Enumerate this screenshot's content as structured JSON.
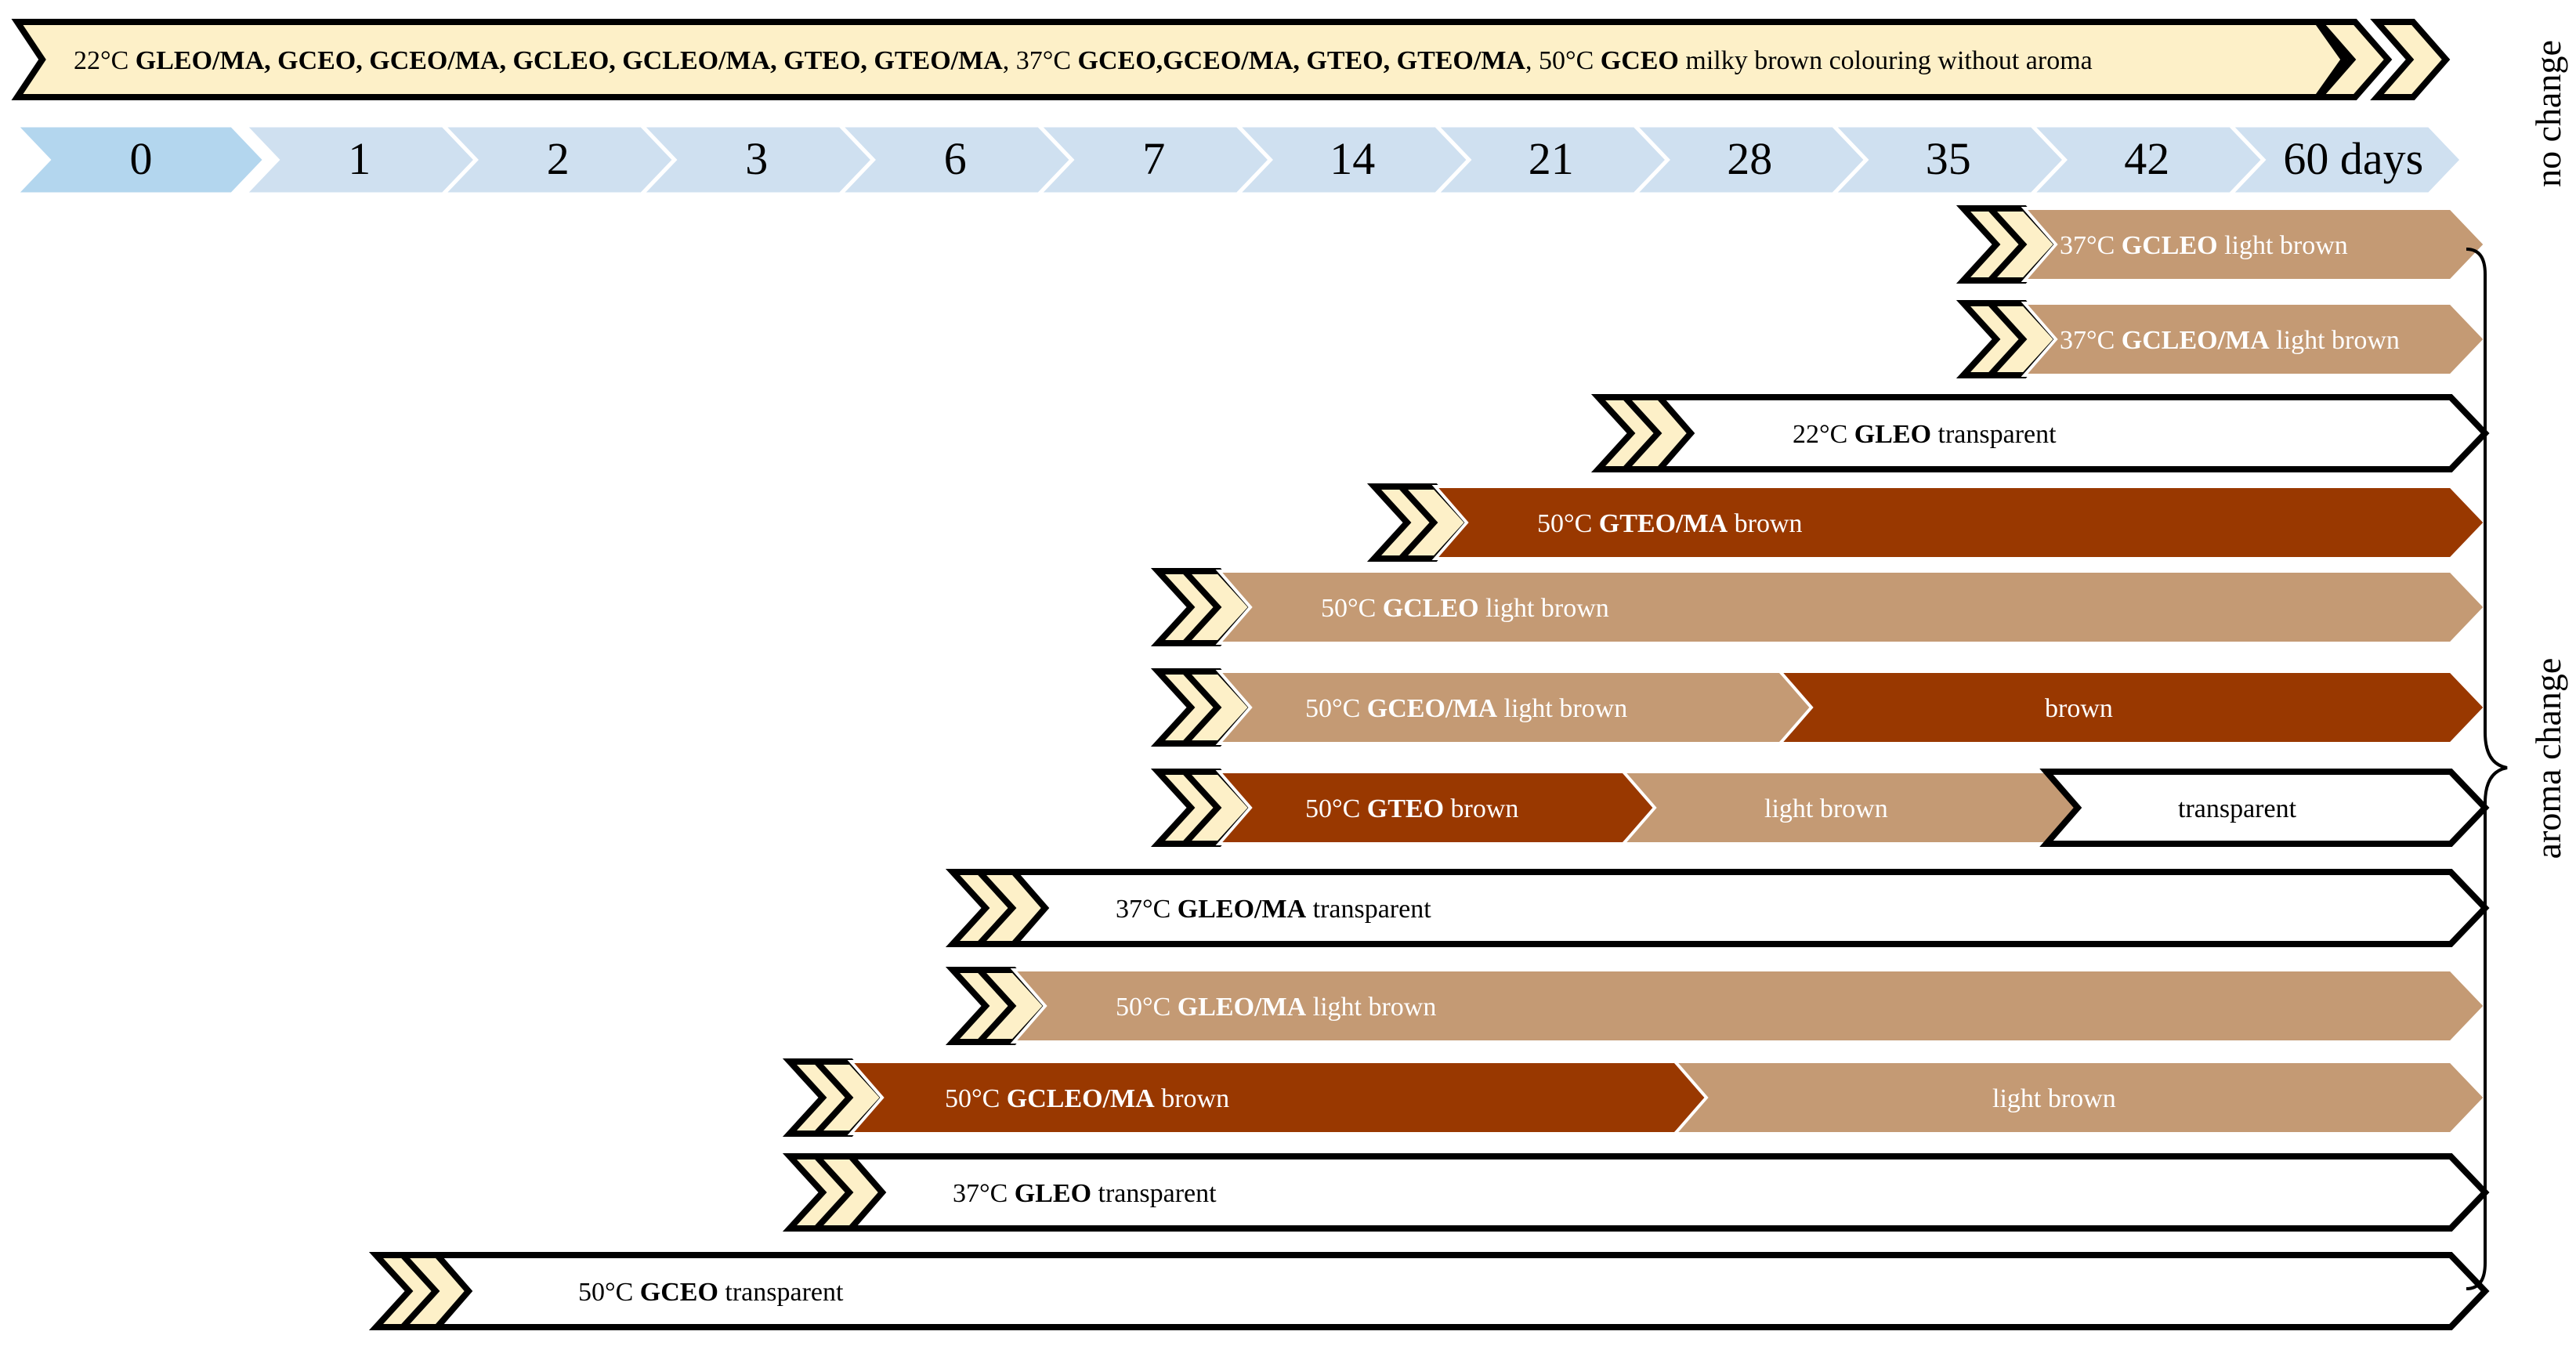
{
  "colors": {
    "cream": "#FDF0C8",
    "day_blue": "#CFE0F0",
    "day_zero_blue": "#B3D6EE",
    "light_brown": "#C49A74",
    "brown": "#993800",
    "transparent_fill": "#FFFFFF",
    "outline": "#000000"
  },
  "timeline": {
    "days": [
      "0",
      "1",
      "2",
      "3",
      "6",
      "7",
      "14",
      "21",
      "28",
      "35",
      "42",
      "60 days"
    ]
  },
  "side_labels": {
    "no_change": "no change",
    "aroma_change": "aroma change"
  },
  "top_banner": {
    "runs": [
      {
        "text": "22°C ",
        "bold": false
      },
      {
        "text": "GLEO/MA, GCEO, GCEO/MA, GCLEO, GCLEO/MA, GTEO, GTEO/MA",
        "bold": true
      },
      {
        "text": ", 37°C ",
        "bold": false
      },
      {
        "text": "GCEO,GCEO/MA, GTEO, GTEO/MA",
        "bold": true
      },
      {
        "text": ", 50°C ",
        "bold": false
      },
      {
        "text": "GCEO",
        "bold": true
      },
      {
        "text": " milky brown colouring without aroma",
        "bold": false
      }
    ]
  },
  "rows": [
    {
      "start_day": "35",
      "segments": [
        {
          "fill": "light_brown",
          "runs": [
            {
              "text": "37°C ",
              "bold": false
            },
            {
              "text": "GCLEO",
              "bold": true
            },
            {
              "text": " light brown",
              "bold": false
            }
          ]
        }
      ]
    },
    {
      "start_day": "35",
      "segments": [
        {
          "fill": "light_brown",
          "runs": [
            {
              "text": "37°C ",
              "bold": false
            },
            {
              "text": "GCLEO/MA",
              "bold": true
            },
            {
              "text": " light brown",
              "bold": false
            }
          ]
        }
      ]
    },
    {
      "start_day": "21",
      "segments": [
        {
          "fill": "transparent_fill",
          "runs": [
            {
              "text": "22°C ",
              "bold": false
            },
            {
              "text": "GLEO",
              "bold": true
            },
            {
              "text": " transparent",
              "bold": false
            }
          ]
        }
      ]
    },
    {
      "start_day": "14",
      "segments": [
        {
          "fill": "brown",
          "runs": [
            {
              "text": "50°C ",
              "bold": false
            },
            {
              "text": "GTEO/MA",
              "bold": true
            },
            {
              "text": " brown",
              "bold": false
            }
          ]
        }
      ]
    },
    {
      "start_day": "7",
      "segments": [
        {
          "fill": "light_brown",
          "runs": [
            {
              "text": "50°C ",
              "bold": false
            },
            {
              "text": "GCLEO",
              "bold": true
            },
            {
              "text": " light brown",
              "bold": false
            }
          ]
        }
      ]
    },
    {
      "start_day": "7",
      "segments": [
        {
          "fill": "light_brown",
          "runs": [
            {
              "text": "50°C ",
              "bold": false
            },
            {
              "text": "GCEO/MA",
              "bold": true
            },
            {
              "text": " light brown",
              "bold": false
            }
          ]
        },
        {
          "fill": "brown",
          "runs": [
            {
              "text": "brown",
              "bold": false
            }
          ]
        }
      ]
    },
    {
      "start_day": "7",
      "segments": [
        {
          "fill": "brown",
          "runs": [
            {
              "text": "50°C ",
              "bold": false
            },
            {
              "text": "GTEO",
              "bold": true
            },
            {
              "text": " brown",
              "bold": false
            }
          ]
        },
        {
          "fill": "light_brown",
          "runs": [
            {
              "text": "light brown",
              "bold": false
            }
          ]
        },
        {
          "fill": "transparent_fill",
          "runs": [
            {
              "text": "transparent",
              "bold": false
            }
          ]
        }
      ]
    },
    {
      "start_day": "6",
      "segments": [
        {
          "fill": "transparent_fill",
          "runs": [
            {
              "text": "37°C ",
              "bold": false
            },
            {
              "text": "GLEO/MA",
              "bold": true
            },
            {
              "text": " transparent",
              "bold": false
            }
          ]
        }
      ]
    },
    {
      "start_day": "6",
      "segments": [
        {
          "fill": "light_brown",
          "runs": [
            {
              "text": "50°C ",
              "bold": false
            },
            {
              "text": "GLEO/MA",
              "bold": true
            },
            {
              "text": " light brown",
              "bold": false
            }
          ]
        }
      ]
    },
    {
      "start_day": "3",
      "segments": [
        {
          "fill": "brown",
          "runs": [
            {
              "text": "50°C ",
              "bold": false
            },
            {
              "text": "GCLEO/MA",
              "bold": true
            },
            {
              "text": " brown",
              "bold": false
            }
          ]
        },
        {
          "fill": "light_brown",
          "runs": [
            {
              "text": "light brown",
              "bold": false
            }
          ]
        }
      ]
    },
    {
      "start_day": "3",
      "segments": [
        {
          "fill": "transparent_fill",
          "runs": [
            {
              "text": "37°C ",
              "bold": false
            },
            {
              "text": "GLEO",
              "bold": true
            },
            {
              "text": " transparent",
              "bold": false
            }
          ]
        }
      ]
    },
    {
      "start_day": "1",
      "segments": [
        {
          "fill": "transparent_fill",
          "runs": [
            {
              "text": "50°C ",
              "bold": false
            },
            {
              "text": "GCEO",
              "bold": true
            },
            {
              "text": " transparent",
              "bold": false
            }
          ]
        }
      ]
    }
  ]
}
